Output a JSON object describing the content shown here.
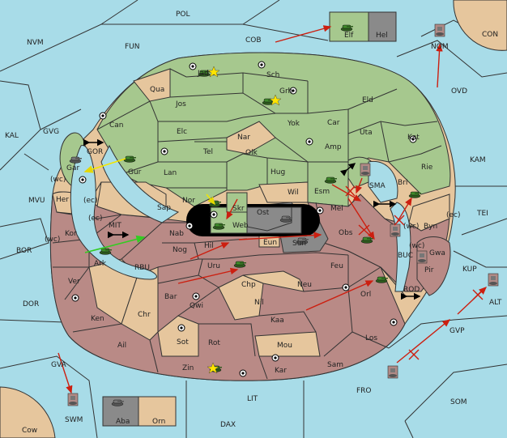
{
  "colors": {
    "sea": "#a8dce8",
    "green": "#a6c88e",
    "red": "#b98a86",
    "tan": "#e6c69d",
    "gray": "#8a8a8a",
    "border": "#333333",
    "order_red": "#cc1f10",
    "order_yellow": "#f3e600",
    "order_green": "#33cc22"
  },
  "sea_labels": {
    "pol": "POL",
    "nvm": "NVM",
    "fun": "FUN",
    "cob": "COB",
    "nom": "NOM",
    "ovd": "OVD",
    "con": "CON",
    "kal": "KAL",
    "gvg": "GVG",
    "gor": "GOR",
    "kam": "KAM",
    "mvu": "MVU",
    "tei": "TEI",
    "bor": "BOR",
    "mit": "MIT",
    "rbu": "RBU",
    "sma": "SMA",
    "buc": "BUC",
    "kup": "KUP",
    "rod": "ROD",
    "alt": "ALT",
    "dor": "DOR",
    "gvp": "GVP",
    "gva": "GVA",
    "fro": "FRO",
    "som": "SOM",
    "lit": "LIT",
    "swm": "SWM",
    "dax": "DAX",
    "cow": "Cow"
  },
  "coast_tags": {
    "wc1": "(wc)",
    "ec1": "(ec)",
    "ec2": "(ec)",
    "wc2": "(wc)",
    "wc3": "(wc)",
    "ec3": "(ec)",
    "wc4": "(wc)"
  },
  "provinces": {
    "elf": "Elf",
    "hel": "Hel",
    "jad": "Jad",
    "sch": "Sch",
    "qua": "Qua",
    "grh": "Grh",
    "jos": "Jos",
    "eld": "Eld",
    "can": "Can",
    "yok": "Yok",
    "car": "Car",
    "elc": "Elc",
    "nar": "Nar",
    "uta": "Uta",
    "kat": "Kat",
    "tel": "Tel",
    "olk": "Olk",
    "amp": "Amp",
    "gar": "Gar",
    "gur": "Gur",
    "lan": "Lan",
    "hug": "Hug",
    "rie": "Rie",
    "wil": "Wil",
    "esm": "Esm",
    "bri": "Bri",
    "nor": "Nor",
    "skr": "Skr",
    "her": "Her",
    "sap": "Sap",
    "ost": "Ost",
    "mel": "Mel",
    "web": "Web",
    "byn": "Byn",
    "kor": "Kor",
    "nab": "Nab",
    "eun": "Eun",
    "sun": "Sun",
    "obs": "Obs",
    "hil": "Hil",
    "nog": "Nog",
    "gwa": "Gwa",
    "ark": "Ark",
    "uru": "Uru",
    "feu": "Feu",
    "pir": "Pir",
    "ver": "Ver",
    "chp": "Chp",
    "neu": "Neu",
    "bar": "Bar",
    "orl": "Orl",
    "nil": "Nil",
    "qwi": "Qwi",
    "chr": "Chr",
    "ken": "Ken",
    "kaa": "Kaa",
    "los": "Los",
    "sot": "Sot",
    "rot": "Rot",
    "ail": "Ail",
    "mou": "Mou",
    "sam": "Sam",
    "zin": "Zin",
    "kar": "Kar",
    "aba": "Aba",
    "orn": "Orn"
  }
}
